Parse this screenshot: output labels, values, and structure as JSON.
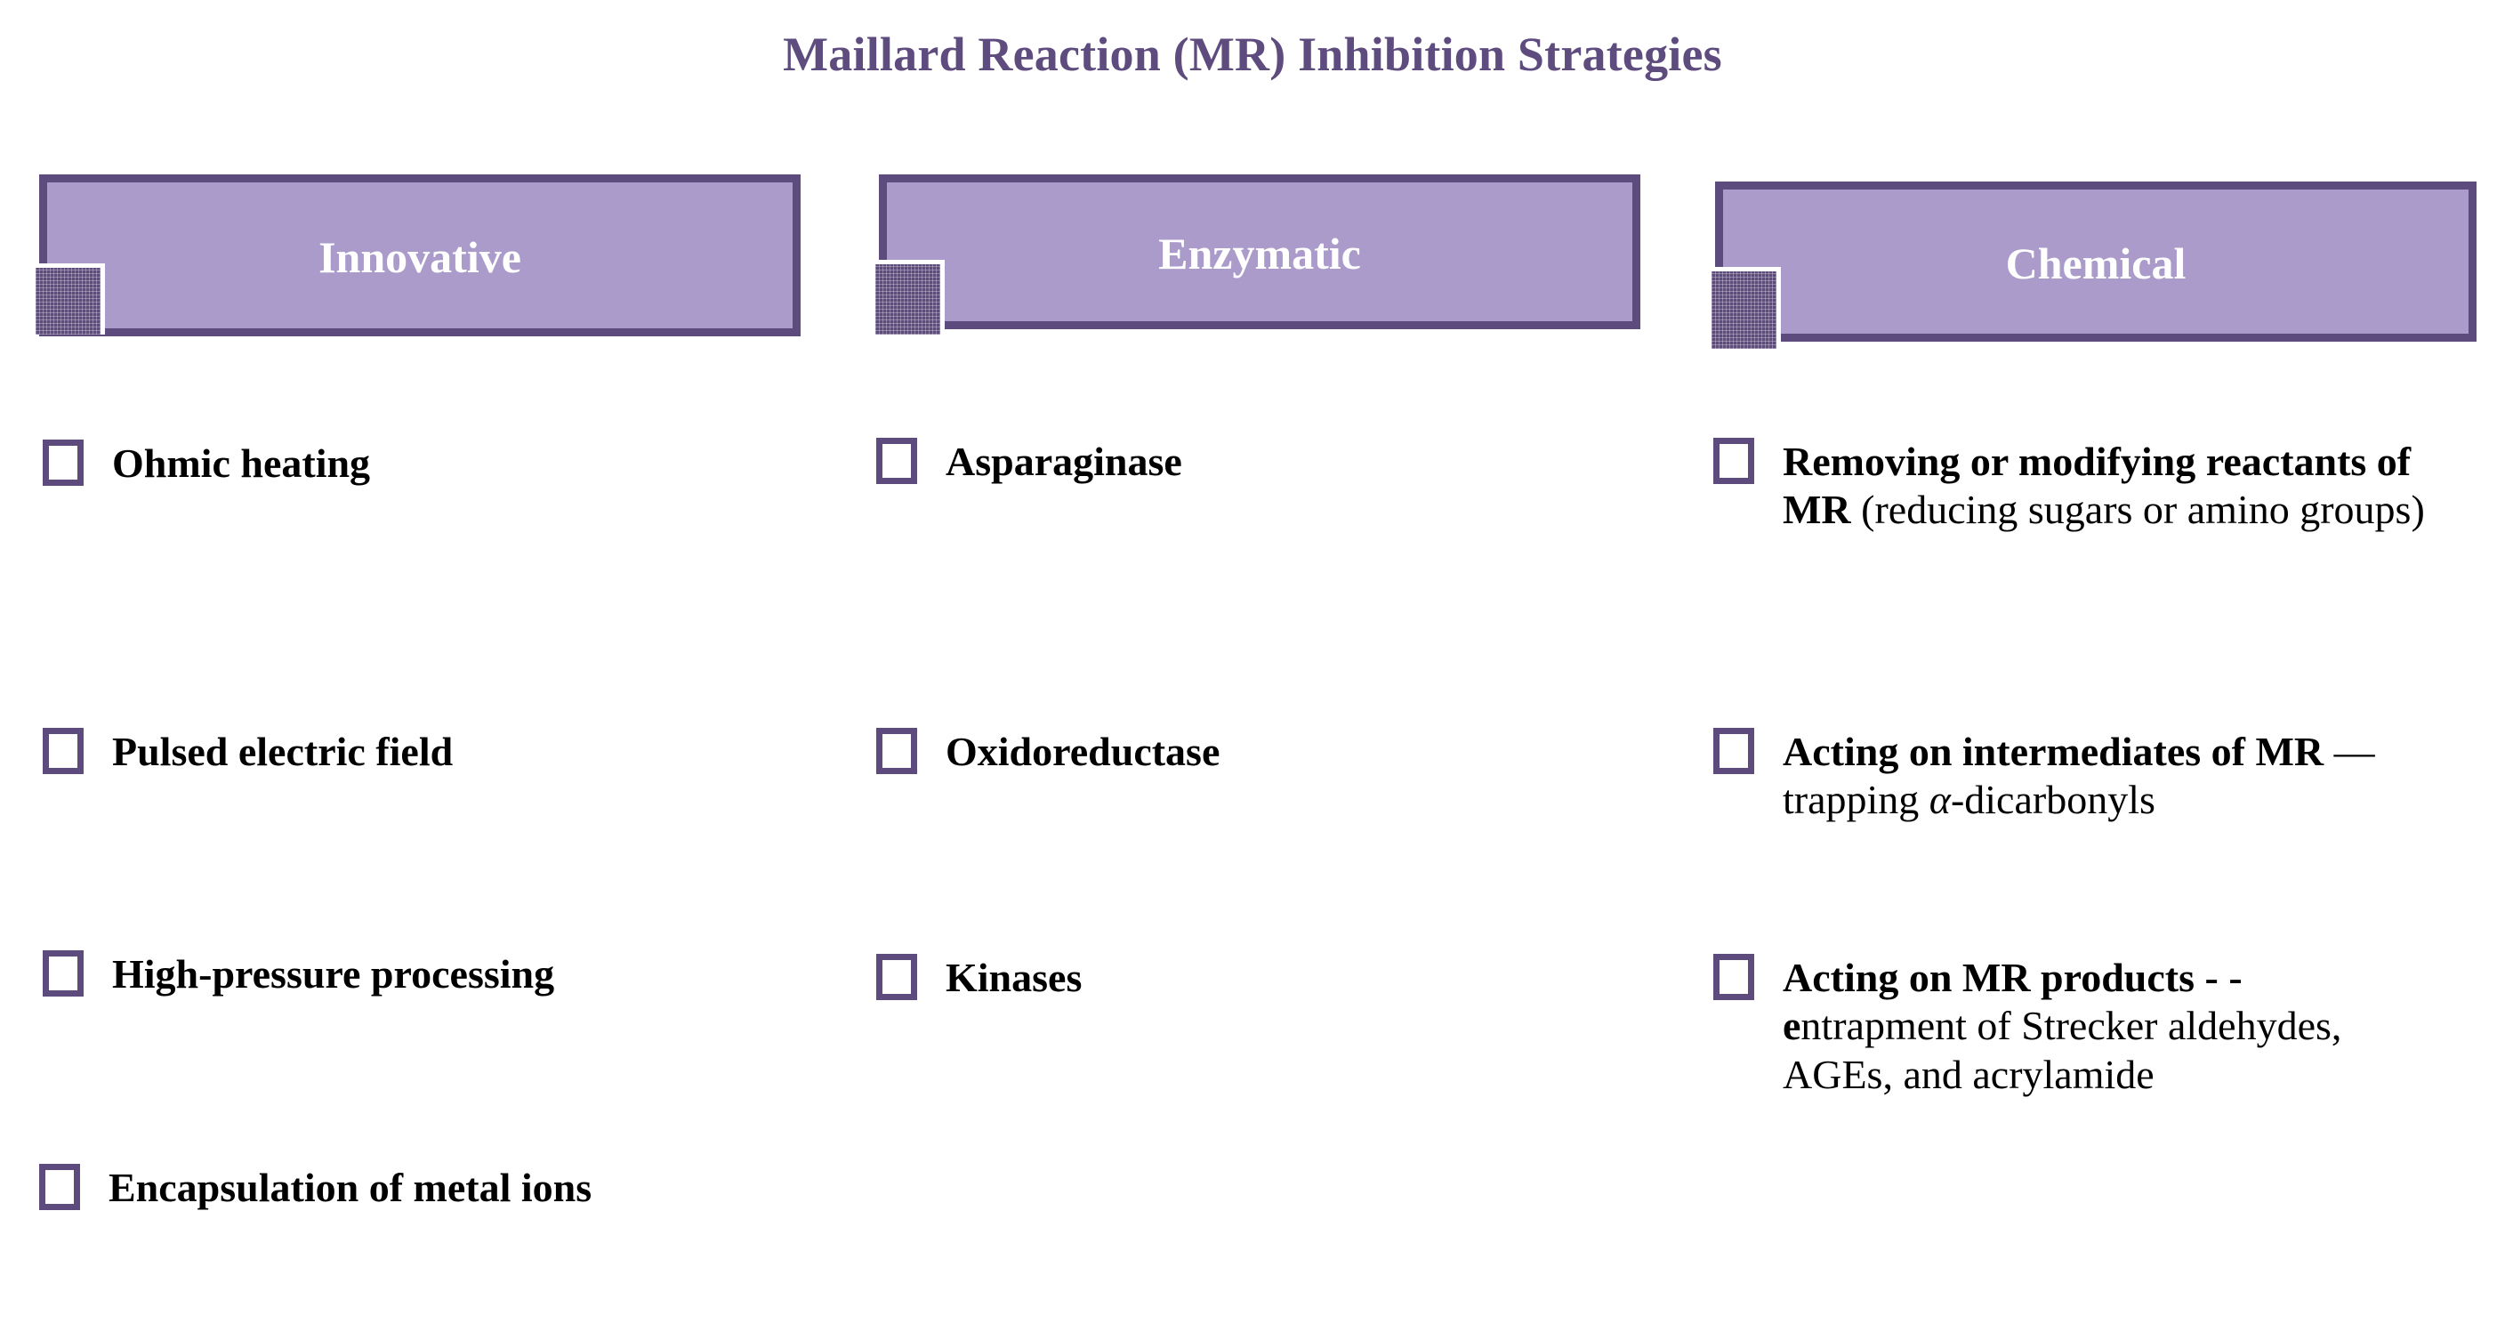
{
  "title": "Maillard Reaction (MR) Inhibition Strategies",
  "theme": {
    "accent_light": "#ab9bcb",
    "accent_dark": "#5e4b7e",
    "title_color": "#5e4c7f",
    "header_text_color": "#ffffff",
    "body_text_color": "#000000",
    "background": "#ffffff"
  },
  "columns": [
    {
      "id": "innovative",
      "header": "Innovative",
      "items": [
        {
          "id": "ohmic-heating",
          "bold": "Ohmic heating",
          "rest": ""
        },
        {
          "id": "pulsed-electric-field",
          "bold": "Pulsed electric field",
          "rest": ""
        },
        {
          "id": "high-pressure-processing",
          "bold": "High-pressure processing",
          "rest": ""
        },
        {
          "id": "encapsulation-of-metal-ions",
          "bold": "Encapsulation of metal ions",
          "rest": ""
        }
      ]
    },
    {
      "id": "enzymatic",
      "header": "Enzymatic",
      "items": [
        {
          "id": "asparaginase",
          "bold": "Asparaginase",
          "rest": ""
        },
        {
          "id": "oxidoreductase",
          "bold": "Oxidoreductase",
          "rest": ""
        },
        {
          "id": "kinases",
          "bold": "Kinases",
          "rest": ""
        }
      ]
    },
    {
      "id": "chemical",
      "header": "Chemical",
      "items": [
        {
          "id": "removing-or-modifying-reactants",
          "bold": "Removing or modifying reactants of MR",
          "rest": " (reducing sugars or amino groups)"
        },
        {
          "id": "acting-on-intermediates",
          "bold": "Acting on intermediates of MR",
          "rest_pre": " — trapping ",
          "italic": "α",
          "rest_post": "-dicarbonyls"
        },
        {
          "id": "acting-on-mr-products",
          "bold": "Acting on MR products - - e",
          "rest": "ntrapment of Strecker aldehydes, AGEs, and acrylamide"
        }
      ]
    }
  ]
}
